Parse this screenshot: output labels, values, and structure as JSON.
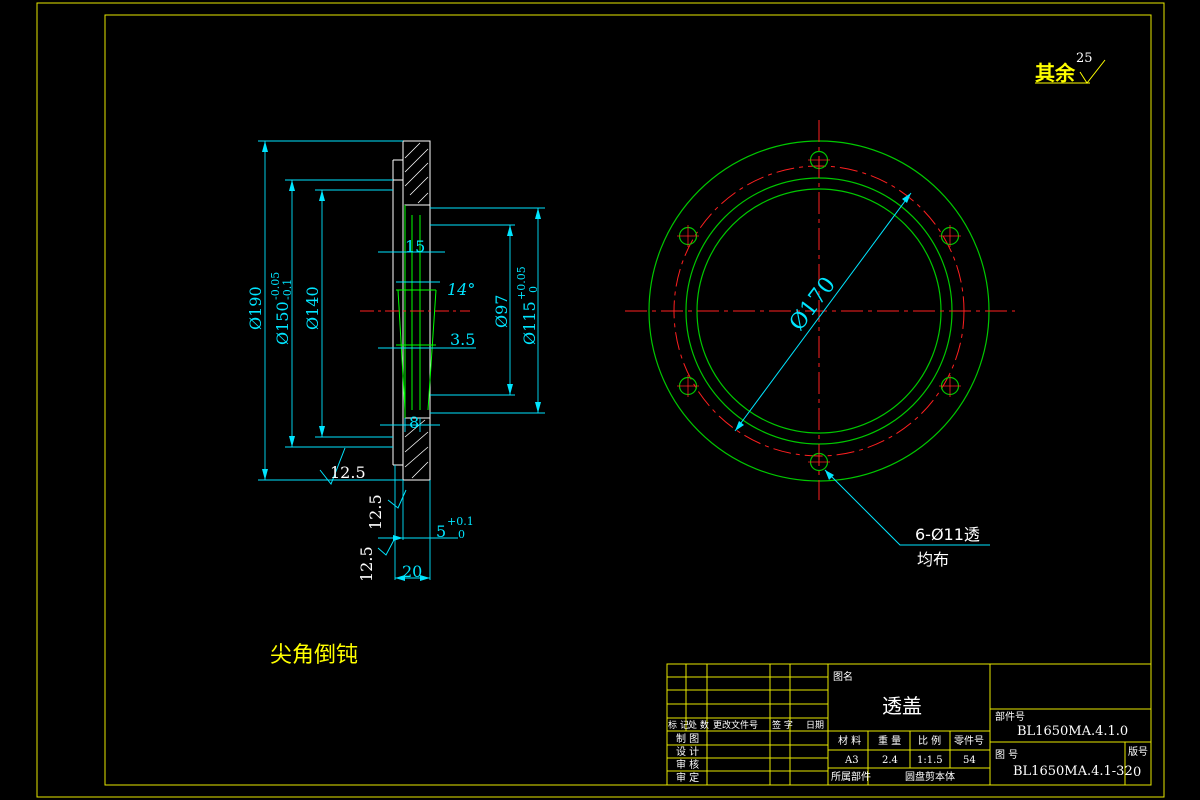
{
  "colors": {
    "background": "#000000",
    "frame": "#e8e800",
    "part_outline": "#ffffff",
    "inner_profile": "#00ff00",
    "dimension": "#00e5ff",
    "center_line": "#ff2020",
    "circle": "#00c800",
    "title_text": "#ffffff",
    "note_text": "#ffff00"
  },
  "roughness": {
    "label": "其余",
    "value": "25"
  },
  "section_view": {
    "dims": {
      "d190": "Ø190",
      "d150": "Ø150",
      "d150_upper": "-0.05",
      "d150_lower": "-0.1",
      "d140": "Ø140",
      "d97": "Ø97",
      "d115": "Ø115",
      "d115_upper": "+0.05",
      "d115_lower": "0",
      "w15": "15",
      "angle14": "14°",
      "w3_5": "3.5",
      "w8": "8",
      "w5": "5",
      "w5_upper": "+0.1",
      "w5_lower": "0",
      "w20": "20",
      "rough_a": "12.5",
      "rough_b": "12.5",
      "rough_c": "12.5"
    }
  },
  "plan_view": {
    "diameter_label": "Ø170",
    "hole_note_line1": "6-Ø11透",
    "hole_note_line2": "均布"
  },
  "notes": {
    "edge_note": "尖角倒钝"
  },
  "title_block": {
    "name_header": "图名",
    "part_name": "透盖",
    "change_headers": [
      "标 记",
      "处 数",
      "更改文件号",
      "签 字",
      "日期"
    ],
    "role_labels": [
      "制 图",
      "设 计",
      "审 核",
      "审 定"
    ],
    "col_material": "材 料",
    "col_weight": "重 量",
    "col_scale": "比 例",
    "col_part_no": "零件号",
    "val_material": "A3",
    "val_weight": "2.4",
    "val_scale": "1:1.5",
    "val_part_no": "54",
    "assembly_label": "所属部件",
    "assembly_name": "圆盘剪本体",
    "component_no_label": "部件号",
    "component_no": "BL1650MA.4.1.0",
    "drawing_no_label": "图 号",
    "drawing_no": "BL1650MA.4.1-32",
    "version_label": "版号",
    "version": "0"
  }
}
